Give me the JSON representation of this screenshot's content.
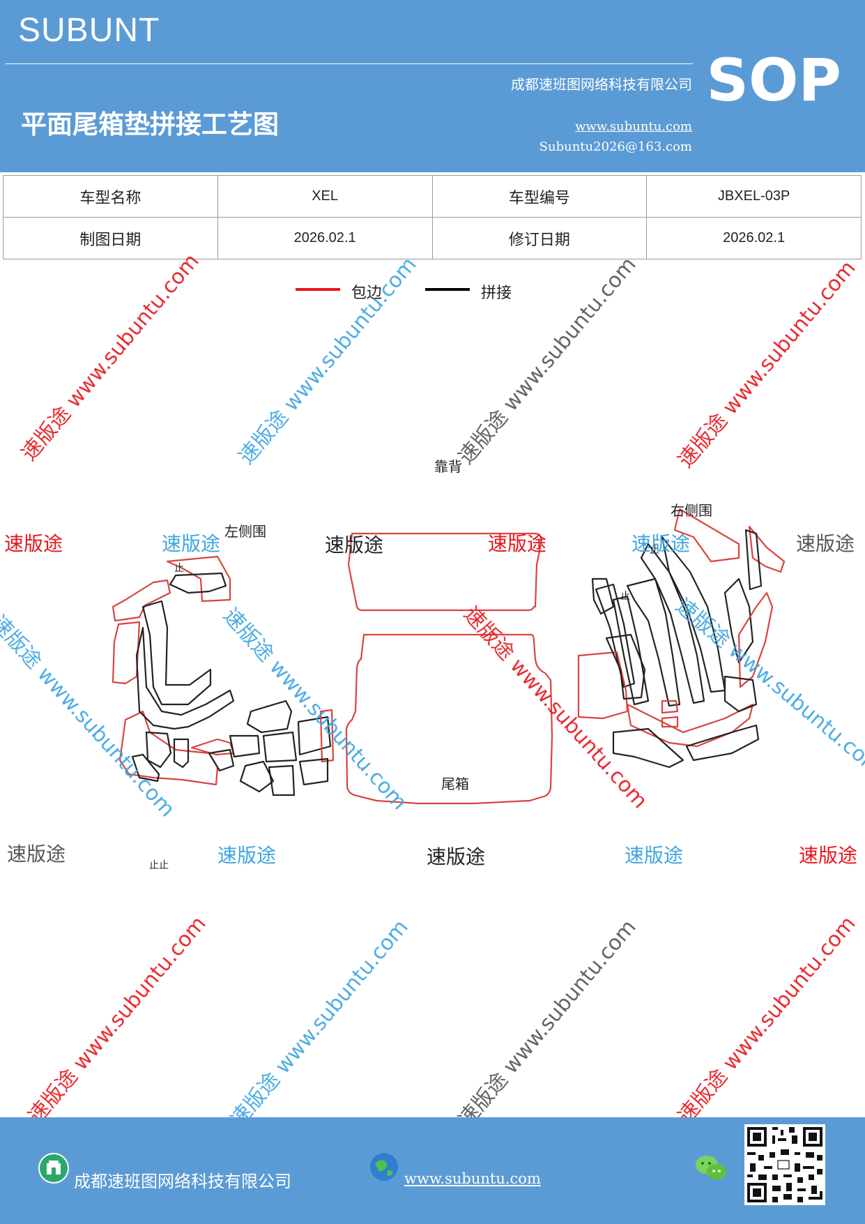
{
  "header": {
    "brand": "SUBUNT",
    "sop": "SOP",
    "title": "平面尾箱垫拼接工艺图",
    "company": "成都速班图网络科技有限公司",
    "website": "www.subuntu.com",
    "email": "Subuntu2026@163.com"
  },
  "info_table": {
    "row1": [
      "车型名称",
      "XEL",
      "车型编号",
      "JBXEL-03P"
    ],
    "row2": [
      "制图日期",
      "2026.02.1",
      "修订日期",
      "2026.02.1"
    ]
  },
  "legend": {
    "items": [
      {
        "label": "包边",
        "color": "#e8161b"
      },
      {
        "label": "拼接",
        "color": "#000000"
      }
    ]
  },
  "diagram": {
    "labels": {
      "back": "靠背",
      "left": "左侧围",
      "right": "右侧围",
      "trunk": "尾箱",
      "stop1": "止",
      "stop2": "止",
      "stop3": "止",
      "stop4": "止止"
    },
    "outline_colors": {
      "edge": "#d9433f",
      "seam": "#222222"
    }
  },
  "watermarks": {
    "brand": "速版途",
    "diag": "速版途 www.subuntu.com",
    "colors": {
      "red": "#e8161b",
      "blue": "#3da5e0",
      "gray": "#555555"
    }
  },
  "footer": {
    "company": "成都速班图网络科技有限公司",
    "website": "www.subuntu.com"
  }
}
